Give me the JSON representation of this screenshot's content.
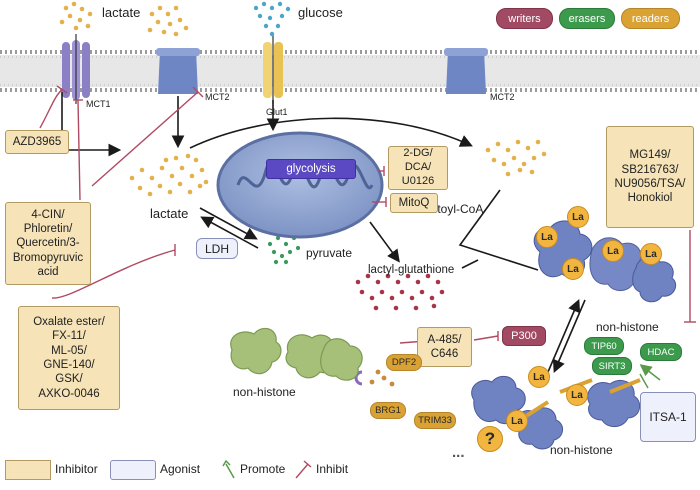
{
  "legend_top": {
    "writers": "writers",
    "erasers": "erasers",
    "readers": "readers"
  },
  "membrane": {
    "mct1": "MCT1",
    "mct2_left": "MCT2",
    "glut1": "Glut1",
    "mct2_right": "MCT2"
  },
  "labels": {
    "lactate_top": "lactate",
    "glucose_top": "glucose",
    "lactate_mid": "lactate",
    "pyruvate": "pyruvate",
    "lactoyl_coa": "Lactoyl-CoA",
    "lactyl_glutathione": "lactyl-glutathione",
    "glycolysis": "glycolysis",
    "non_histone_right": "non-histone",
    "non_histone_left": "non-histone",
    "non_histone_bottom": "non-histone",
    "question": "?",
    "ellipsis": "..."
  },
  "inhibitors": {
    "azd": "AZD3965",
    "cin": "4-CIN/\nPhloretin/\nQuercetin/3-\nBromopyruvic\nacid",
    "dg": "2-DG/\nDCA/\nU0126",
    "mitoq": "MitoQ",
    "oxalate": "Oxalate ester/\nFX-11/\nML-05/\nGNE-140/\nGSK/\nAXKO-0046",
    "mg149": "MG149/\nSB216763/\nNU9056/TSA/\nHonokiol",
    "a485": "A-485/\nC646"
  },
  "agonists": {
    "ldh": "LDH",
    "itsa": "ITSA-1"
  },
  "writers": {
    "p300": "P300"
  },
  "erasers": {
    "tip60": "TIP60",
    "hdac": "HDAC",
    "sirt3": "SIRT3"
  },
  "readers": {
    "dpf2": "DPF2",
    "brg1": "BRG1",
    "trim33": "TRIM33"
  },
  "la_label": "La",
  "legend_bottom": {
    "inhibitor": "Inhibitor",
    "agonist": "Agonist",
    "promote": "Promote",
    "inhibit": "Inhibit"
  },
  "colors": {
    "writers": "#a24a63",
    "erasers": "#3b9a4c",
    "readers": "#d9a232",
    "inhibitor": "#f6e3b8",
    "agonist": "#eef0fb",
    "mitochondrion": "#8fa4cf",
    "protein": "#6f82c2"
  }
}
